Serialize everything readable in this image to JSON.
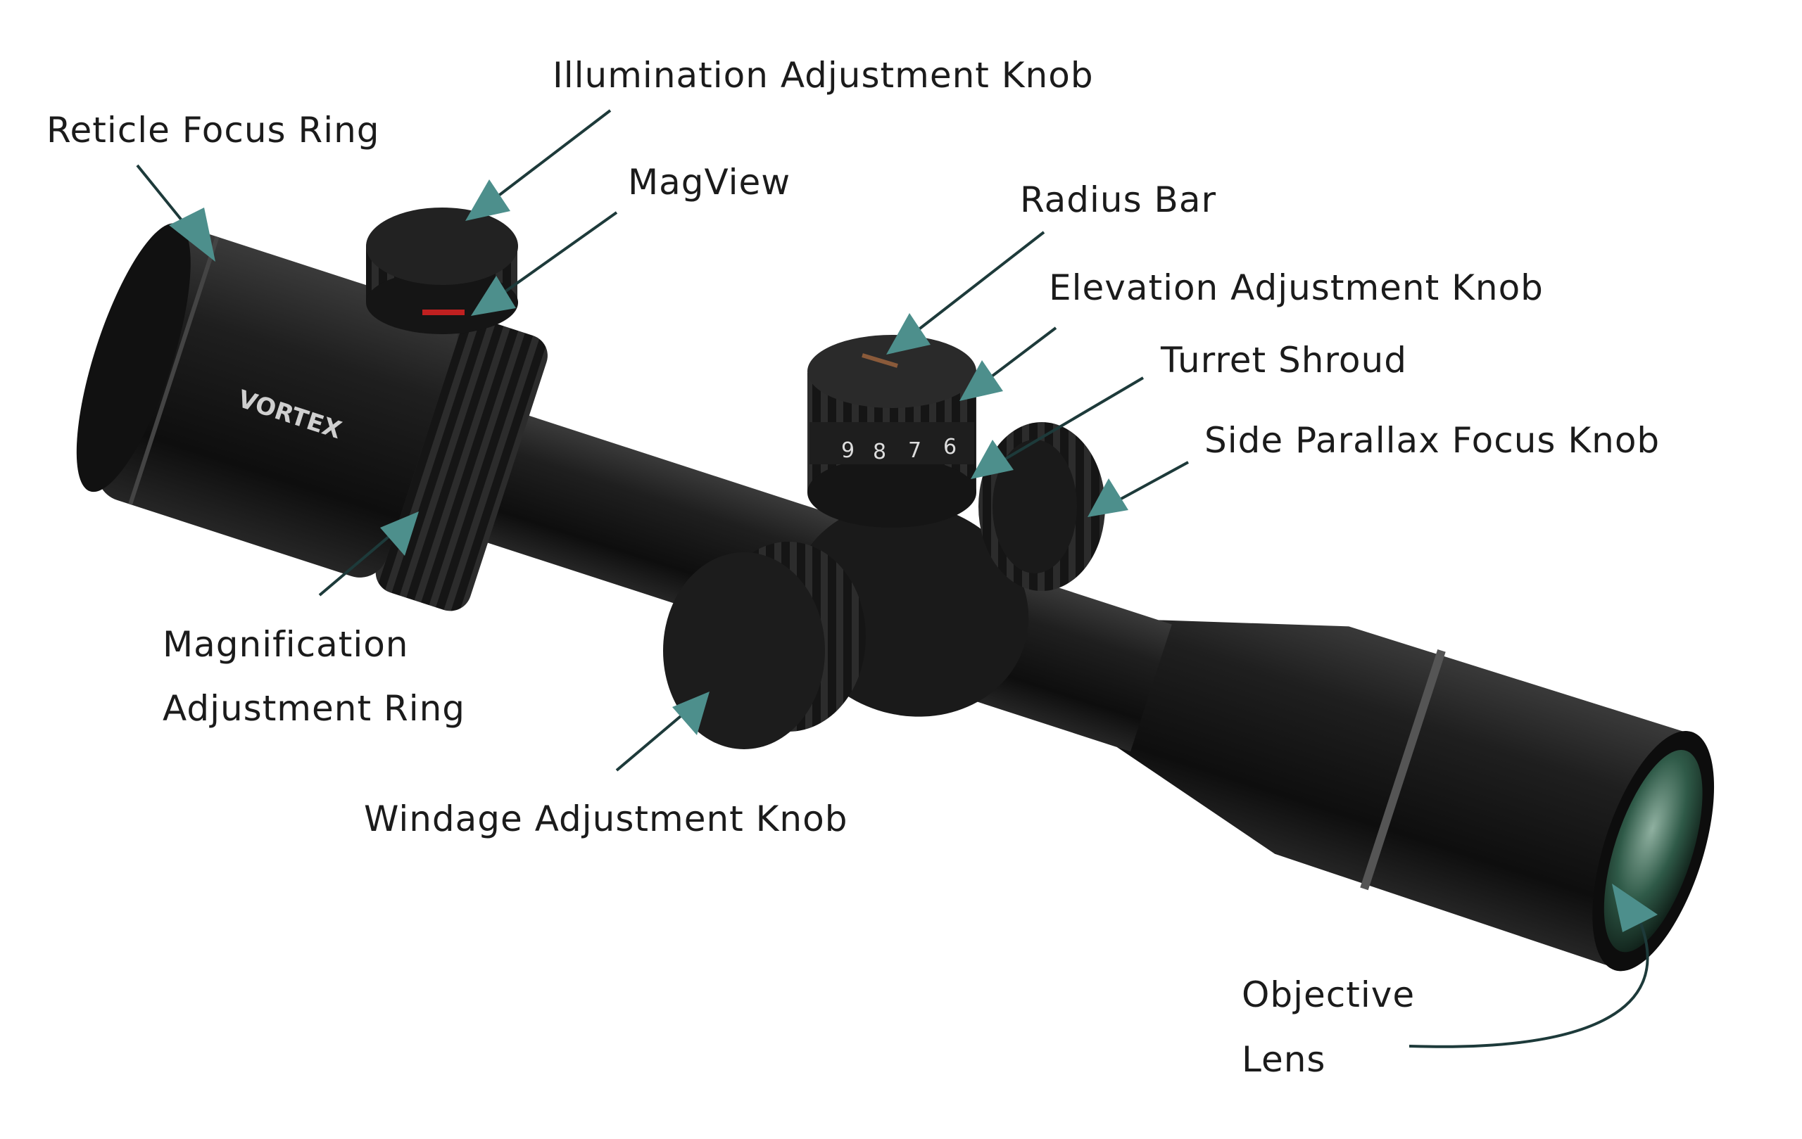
{
  "labels": {
    "illumination": "Illumination Adjustment Knob",
    "reticle": "Reticle Focus Ring",
    "magview": "MagView",
    "radius_bar": "Radius Bar",
    "elevation": "Elevation Adjustment Knob",
    "turret_shroud": "Turret Shroud",
    "side_parallax": "Side Parallax Focus Knob",
    "magnification_line1": "Magnification",
    "magnification_line2": "Adjustment Ring",
    "windage": "Windage Adjustment Knob",
    "objective_line1": "Objective",
    "objective_line2": "Lens"
  },
  "brand": "VORTEX",
  "turret_numbers": [
    "9",
    "8",
    "7",
    "6"
  ],
  "colors": {
    "arrow": "#4d8f8c",
    "leader": "#1d3a3a",
    "scope_body": "#1c1c1c",
    "lens": "#2f5a48",
    "text": "#1b1b1b"
  }
}
